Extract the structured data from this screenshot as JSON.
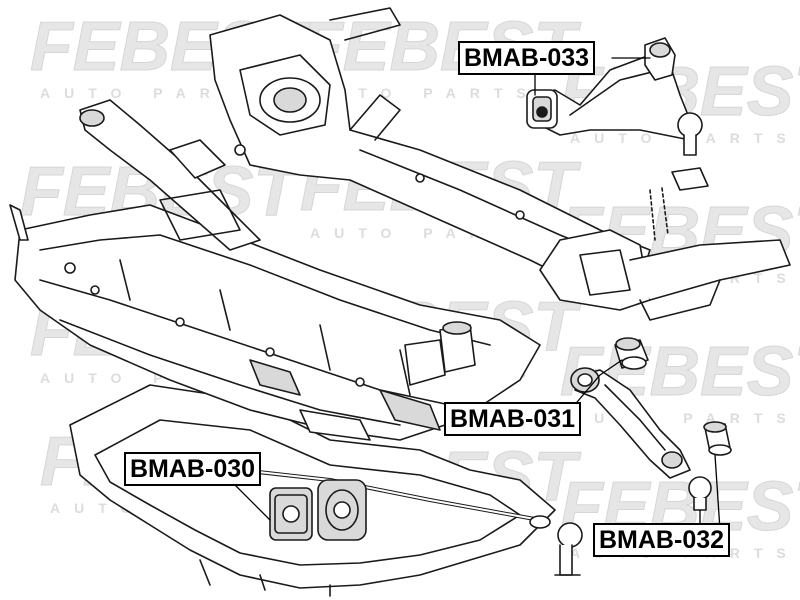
{
  "watermark": {
    "brand": "FEBEST",
    "tagline": "AUTO PARTS",
    "color": "#e6e6e6"
  },
  "diagram": {
    "line_color": "#1a1a1a",
    "fill_color": "#ffffff",
    "shade_color": "#d9d9d9"
  },
  "callouts": [
    {
      "id": "upper-arm",
      "text": "BMAB-033"
    },
    {
      "id": "lower-arm-rear",
      "text": "BMAB-031"
    },
    {
      "id": "subframe",
      "text": "BMAB-030"
    },
    {
      "id": "lower-arm-front",
      "text": "BMAB-032"
    }
  ]
}
